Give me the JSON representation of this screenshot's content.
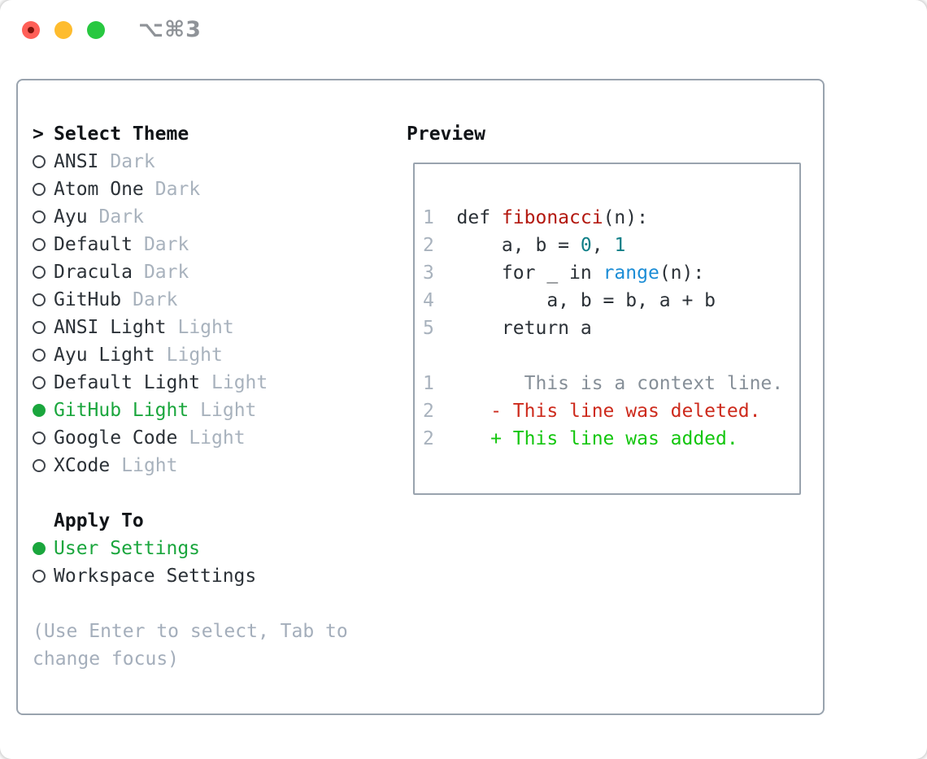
{
  "window": {
    "title": "⌥⌘3"
  },
  "colors": {
    "tl_red": "#ff5f57",
    "tl_red_dot": "#7e130b",
    "tl_yellow": "#febc2e",
    "tl_green": "#28c840",
    "title_gray": "#8f9398",
    "border_gray": "#99a3ae",
    "header_black": "#111418",
    "text_dark": "#2b3137",
    "ring_gray": "#3f444b",
    "muted_gray": "#a8b2bd",
    "hint_gray": "#a4aebb",
    "accent_green": "#1aa63d",
    "linenum_gray": "#a8b2bd",
    "func_red": "#b3180f",
    "number_teal": "#0f7f87",
    "builtin_blue": "#1c8dd6",
    "context_gray": "#868f98",
    "deleted_red": "#cd2a1c",
    "added_green": "#13c60e"
  },
  "theme_panel": {
    "header_prefix": ">",
    "header_label": "Select Theme",
    "themes": [
      {
        "name": "ANSI",
        "variant": "Dark",
        "selected": false
      },
      {
        "name": "Atom One",
        "variant": "Dark",
        "selected": false
      },
      {
        "name": "Ayu",
        "variant": "Dark",
        "selected": false
      },
      {
        "name": "Default",
        "variant": "Dark",
        "selected": false
      },
      {
        "name": "Dracula",
        "variant": "Dark",
        "selected": false
      },
      {
        "name": "GitHub",
        "variant": "Dark",
        "selected": false
      },
      {
        "name": "ANSI Light",
        "variant": "Light",
        "selected": false
      },
      {
        "name": "Ayu Light",
        "variant": "Light",
        "selected": false
      },
      {
        "name": "Default Light",
        "variant": "Light",
        "selected": false
      },
      {
        "name": "GitHub Light",
        "variant": "Light",
        "selected": true
      },
      {
        "name": "Google Code",
        "variant": "Light",
        "selected": false
      },
      {
        "name": "XCode",
        "variant": "Light",
        "selected": false
      }
    ],
    "apply_label": "Apply To",
    "apply_options": [
      {
        "name": "User Settings",
        "selected": true
      },
      {
        "name": "Workspace Settings",
        "selected": false
      }
    ],
    "hint": "(Use Enter to select, Tab to change focus)"
  },
  "preview": {
    "label": "Preview",
    "lines": [
      {
        "num": "1",
        "tokens": [
          {
            "t": "def ",
            "c": "code"
          },
          {
            "t": "fibonacci",
            "c": "func"
          },
          {
            "t": "(n):",
            "c": "code"
          }
        ]
      },
      {
        "num": "2",
        "tokens": [
          {
            "t": "    a, b = ",
            "c": "code"
          },
          {
            "t": "0",
            "c": "num"
          },
          {
            "t": ", ",
            "c": "code"
          },
          {
            "t": "1",
            "c": "num"
          }
        ]
      },
      {
        "num": "3",
        "tokens": [
          {
            "t": "    for _ in ",
            "c": "code"
          },
          {
            "t": "range",
            "c": "builtin"
          },
          {
            "t": "(n):",
            "c": "code"
          }
        ]
      },
      {
        "num": "4",
        "tokens": [
          {
            "t": "        a, b = b, a + b",
            "c": "code"
          }
        ]
      },
      {
        "num": "5",
        "tokens": [
          {
            "t": "    return a",
            "c": "code"
          }
        ]
      },
      {
        "num": "",
        "tokens": []
      },
      {
        "num": "1",
        "tokens": [
          {
            "t": "      This is a context line.",
            "c": "context"
          }
        ]
      },
      {
        "num": "2",
        "tokens": [
          {
            "t": "   - This line was deleted.",
            "c": "deleted"
          }
        ]
      },
      {
        "num": "2",
        "tokens": [
          {
            "t": "   + This line was added.",
            "c": "added"
          }
        ]
      }
    ]
  }
}
